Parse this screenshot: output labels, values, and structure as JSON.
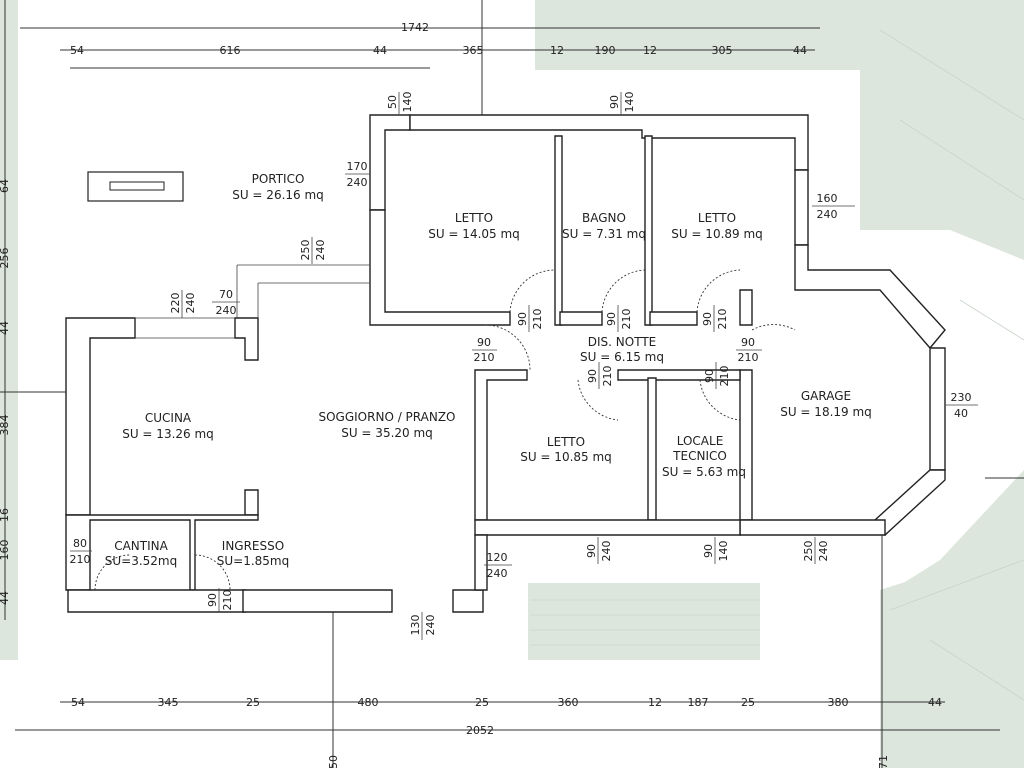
{
  "colors": {
    "background": "#ffffff",
    "terrain": "#dde6dd",
    "wall": "#222222"
  },
  "overall_dims": {
    "top_total": "1742",
    "bottom_total": "2052"
  },
  "top_chain": [
    "54",
    "616",
    "44",
    "365",
    "12",
    "190",
    "12",
    "305",
    "44"
  ],
  "bottom_chain": [
    "54",
    "345",
    "25",
    "480",
    "25",
    "360",
    "12",
    "187",
    "25",
    "380",
    "44"
  ],
  "left_chain": [
    "64",
    "256",
    "44",
    "384",
    "16",
    "160",
    "44"
  ],
  "side_cuts": {
    "bottom_left_mark": "50",
    "bottom_right_mark": "71"
  },
  "rooms": {
    "portico": {
      "name": "PORTICO",
      "area": "SU = 26.16 mq"
    },
    "letto1": {
      "name": "LETTO",
      "area": "SU = 14.05 mq"
    },
    "bagno": {
      "name": "BAGNO",
      "area": "SU = 7.31 mq"
    },
    "letto2": {
      "name": "LETTO",
      "area": "SU = 10.89 mq"
    },
    "dis_notte": {
      "name": "DIS. NOTTE",
      "area": "SU = 6.15 mq"
    },
    "garage": {
      "name": "GARAGE",
      "area": "SU = 18.19 mq"
    },
    "cucina": {
      "name": "CUCINA",
      "area": "SU = 13.26 mq"
    },
    "soggiorno": {
      "name": "SOGGIORNO / PRANZO",
      "area": "SU = 35.20 mq"
    },
    "letto3": {
      "name": "LETTO",
      "area": "SU = 10.85 mq"
    },
    "locale_tecnico": {
      "name": "LOCALE",
      "name2": "TECNICO",
      "area": "SU = 5.63 mq"
    },
    "cantina": {
      "name": "CANTINA",
      "area": "SU=3.52mq"
    },
    "ingresso": {
      "name": "INGRESSO",
      "area": "SU=1.85mq"
    }
  },
  "openings": {
    "w_letto1_top": {
      "w": "50",
      "h": "140"
    },
    "w_bagno_top": {
      "w": "90",
      "h": "140"
    },
    "w_letto1_left": {
      "w": "170",
      "h": "240"
    },
    "w_letto2_right": {
      "w": "160",
      "h": "240"
    },
    "w_portico_1": {
      "w": "250",
      "h": "240"
    },
    "w_portico_2": {
      "w": "220",
      "h": "240"
    },
    "w_portico_3": {
      "w": "70",
      "h": "240"
    },
    "d_letto1": {
      "w": "90",
      "h": "210"
    },
    "d_bagno": {
      "w": "90",
      "h": "210"
    },
    "d_letto2": {
      "w": "90",
      "h": "210"
    },
    "d_dis_left": {
      "w": "90",
      "h": "210"
    },
    "d_garage": {
      "w": "90",
      "h": "210"
    },
    "d_letto3": {
      "w": "90",
      "h": "210"
    },
    "d_tecnico": {
      "w": "90",
      "h": "210"
    },
    "w_garage_right": {
      "w": "230",
      "h": "40"
    },
    "w_cantina": {
      "w": "80",
      "h": "210"
    },
    "d_ingresso": {
      "w": "90",
      "h": "210"
    },
    "w_sogg_right": {
      "w": "120",
      "h": "240"
    },
    "w_sogg_bottom": {
      "w": "130",
      "h": "240"
    },
    "w_letto3_bottom": {
      "w": "90",
      "h": "240"
    },
    "w_tecnico_bottom": {
      "w": "90",
      "h": "140"
    },
    "w_garage_bottom": {
      "w": "250",
      "h": "240"
    }
  }
}
